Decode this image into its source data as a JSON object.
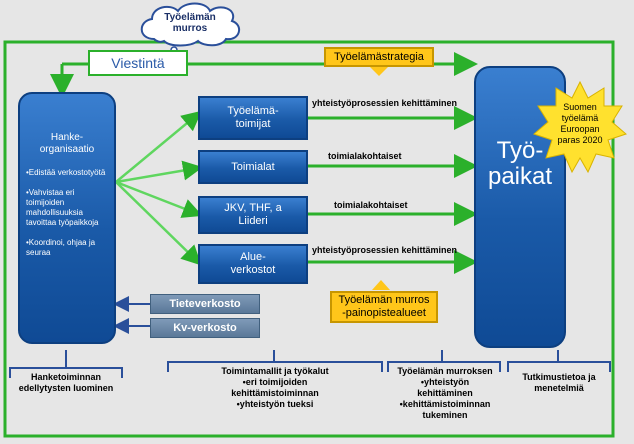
{
  "cloud": {
    "text": "Työelämän murros"
  },
  "viestinta": {
    "label": "Viestintä"
  },
  "strategy": {
    "label": "Työelämästrategia"
  },
  "hanke": {
    "title": "Hanke-\norganisaatio",
    "items": [
      "•Edistää verkostotyötä",
      "•Vahvistaa eri toimijoiden mahdollisuuksia tavoittaa työpaikkoja",
      "•Koordinoi, ohjaa ja seuraa"
    ]
  },
  "actors": [
    {
      "label": "Työelämä-\ntoimijat"
    },
    {
      "label": "Toimialat"
    },
    {
      "label": "JKV, THF, a\nLiideri"
    },
    {
      "label": "Alue-\nverkostot"
    }
  ],
  "branch_labels": [
    "yhteistyöprosessien kehittäminen",
    "toimialakohtaiset",
    "toimialakohtaiset",
    "yhteistyöprosessien kehittäminen"
  ],
  "networks": [
    {
      "label": "Tieteverkosto"
    },
    {
      "label": "Kv-verkosto"
    }
  ],
  "tyopaikat": {
    "label": "Työ-\npaikat"
  },
  "goal": {
    "text": "Suomen työelämä Euroopan paras 2020"
  },
  "murros": {
    "label": "Työelämän murros\n-painopistealueet"
  },
  "captions": [
    "Hanketoiminnan edellytysten luominen",
    "Toimintamallit ja työkalut\n•eri toimijoiden\nkehittämistoiminnan\n•yhteistyön tueksi",
    "Työelämän murroksen\n•yhteistyön\nkehittäminen\n•kehittämistoiminnan tukeminen",
    "Tutkimustietoa ja\nmenetelmiä"
  ],
  "colors": {
    "frame": "#2bb02b",
    "blue": "#1a5aa8",
    "yellow": "#ffc61a",
    "gray": "#6a88a8"
  }
}
